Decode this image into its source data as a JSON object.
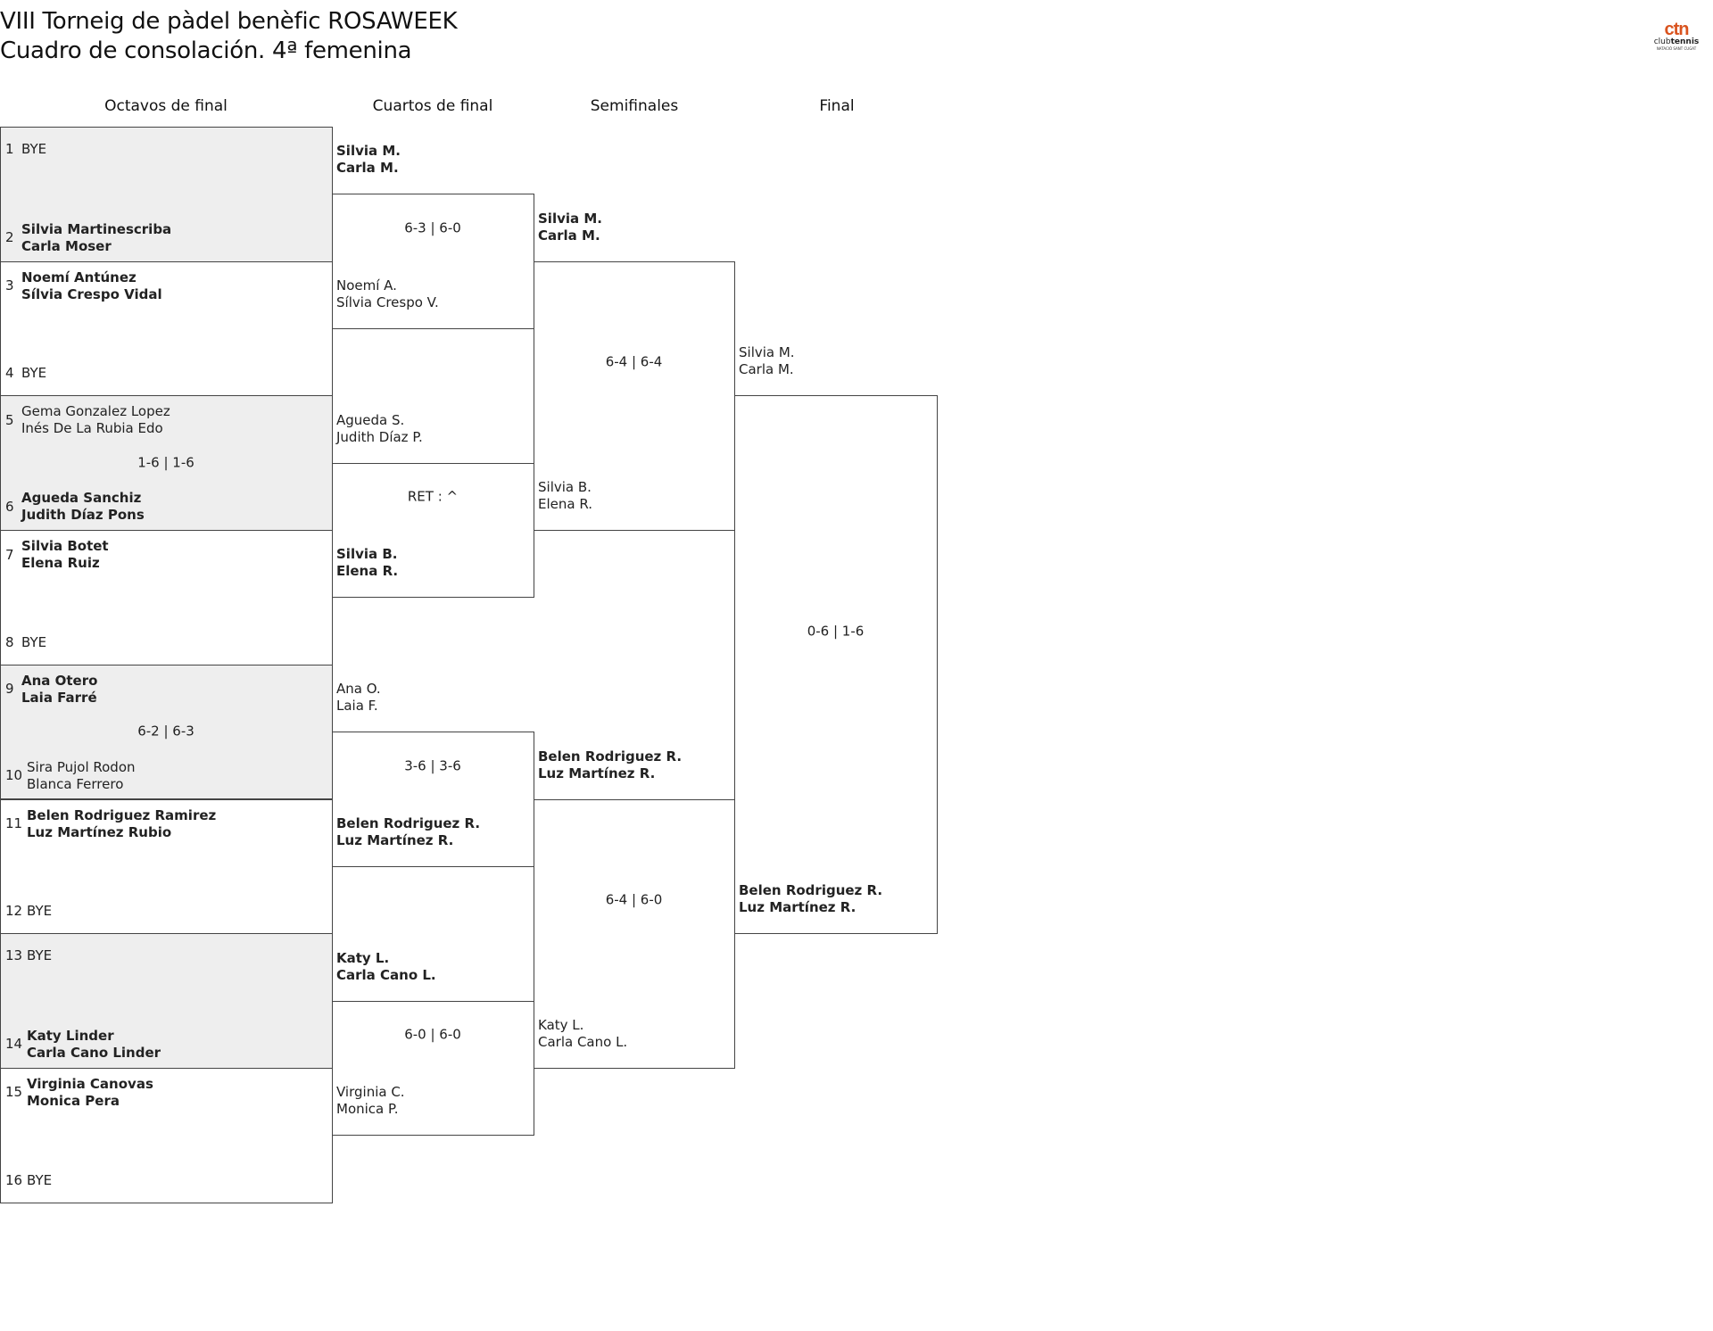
{
  "header": {
    "title_line1": "VIII Torneig de pàdel benèfic ROSAWEEK",
    "title_line2": "Cuadro de consolación. 4ª femenina",
    "logo": {
      "mark": "ctn",
      "club": "club",
      "tennis": "tennis",
      "sub": "NATACIÓ SANT CUGAT",
      "brand_color": "#d9531e"
    }
  },
  "rounds": [
    "Octavos de final",
    "Cuartos de final",
    "Semifinales",
    "Final"
  ],
  "colors": {
    "line": "#444444",
    "shaded_match": "#eeeeee",
    "text": "#222222"
  },
  "octavos": [
    {
      "top": {
        "seed": "1",
        "names": [
          "BYE"
        ],
        "winner": false
      },
      "bottom": {
        "seed": "2",
        "names": [
          "Silvia Martinescriba",
          "Carla Moser"
        ],
        "winner": true
      },
      "score": ""
    },
    {
      "top": {
        "seed": "3",
        "names": [
          "Noemí Antúnez",
          "Sílvia Crespo Vidal"
        ],
        "winner": true
      },
      "bottom": {
        "seed": "4",
        "names": [
          "BYE"
        ],
        "winner": false
      },
      "score": ""
    },
    {
      "top": {
        "seed": "5",
        "names": [
          "Gema Gonzalez Lopez",
          "Inés De La Rubia Edo"
        ],
        "winner": false
      },
      "bottom": {
        "seed": "6",
        "names": [
          "Agueda Sanchiz",
          "Judith Díaz Pons"
        ],
        "winner": true
      },
      "score": "1-6 | 1-6"
    },
    {
      "top": {
        "seed": "7",
        "names": [
          "Silvia Botet",
          "Elena Ruiz"
        ],
        "winner": true
      },
      "bottom": {
        "seed": "8",
        "names": [
          "BYE"
        ],
        "winner": false
      },
      "score": ""
    },
    {
      "top": {
        "seed": "9",
        "names": [
          "Ana Otero",
          "Laia Farré"
        ],
        "winner": true
      },
      "bottom": {
        "seed": "10",
        "names": [
          "Sira Pujol Rodon",
          "Blanca Ferrero"
        ],
        "winner": false
      },
      "score": "6-2 | 6-3"
    },
    {
      "top": {
        "seed": "11",
        "names": [
          "Belen Rodriguez Ramirez",
          "Luz Martínez Rubio"
        ],
        "winner": true
      },
      "bottom": {
        "seed": "12",
        "names": [
          "BYE"
        ],
        "winner": false
      },
      "score": ""
    },
    {
      "top": {
        "seed": "13",
        "names": [
          "BYE"
        ],
        "winner": false
      },
      "bottom": {
        "seed": "14",
        "names": [
          "Katy Linder",
          "Carla Cano Linder"
        ],
        "winner": true
      },
      "score": ""
    },
    {
      "top": {
        "seed": "15",
        "names": [
          "Virginia Canovas",
          "Monica Pera"
        ],
        "winner": true
      },
      "bottom": {
        "seed": "16",
        "names": [
          "BYE"
        ],
        "winner": false
      },
      "score": ""
    }
  ],
  "cuartos": [
    {
      "top": {
        "names": [
          "Silvia M.",
          "Carla M."
        ],
        "winner": true
      },
      "bottom": {
        "names": [
          "Noemí A.",
          "Sílvia Crespo V."
        ],
        "winner": false
      },
      "score": "6-3 | 6-0"
    },
    {
      "top": {
        "names": [
          "Agueda S.",
          "Judith Díaz P."
        ],
        "winner": false
      },
      "bottom": {
        "names": [
          "Silvia B.",
          "Elena R."
        ],
        "winner": true
      },
      "score": "RET : ^"
    },
    {
      "top": {
        "names": [
          "Ana O.",
          "Laia F."
        ],
        "winner": false
      },
      "bottom": {
        "names": [
          "Belen Rodriguez R.",
          "Luz Martínez R."
        ],
        "winner": true
      },
      "score": "3-6 | 3-6"
    },
    {
      "top": {
        "names": [
          "Katy L.",
          "Carla Cano L."
        ],
        "winner": true
      },
      "bottom": {
        "names": [
          "Virginia C.",
          "Monica P."
        ],
        "winner": false
      },
      "score": "6-0 | 6-0"
    }
  ],
  "semifinales": [
    {
      "top": {
        "names": [
          "Silvia M.",
          "Carla M."
        ],
        "winner": true
      },
      "bottom": {
        "names": [
          "Silvia B.",
          "Elena R."
        ],
        "winner": false
      },
      "score": "6-4 | 6-4"
    },
    {
      "top": {
        "names": [
          "Belen Rodriguez R.",
          "Luz Martínez R."
        ],
        "winner": true
      },
      "bottom": {
        "names": [
          "Katy L.",
          "Carla Cano L."
        ],
        "winner": false
      },
      "score": "6-4 | 6-0"
    }
  ],
  "final": [
    {
      "top": {
        "names": [
          "Silvia M.",
          "Carla M."
        ],
        "winner": false
      },
      "bottom": {
        "names": [
          "Belen Rodriguez R.",
          "Luz Martínez R."
        ],
        "winner": true
      },
      "score": "0-6 | 1-6"
    }
  ]
}
